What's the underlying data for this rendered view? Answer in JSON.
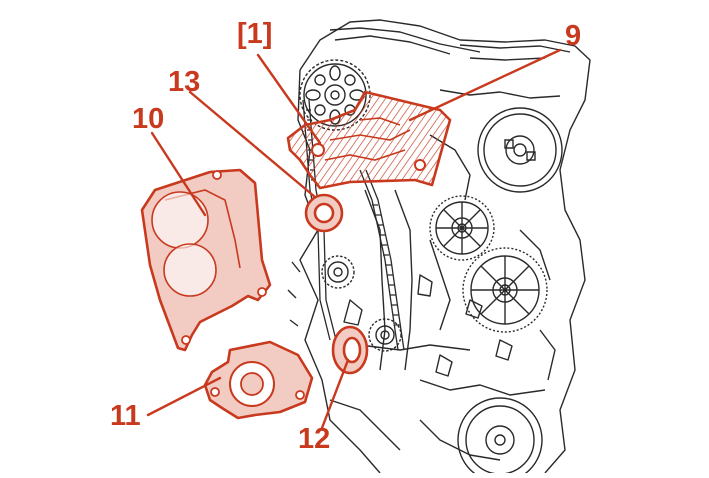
{
  "colors": {
    "accent": "#c8391e",
    "accent_fill": "#f2cbc3",
    "line": "#2a2a2a",
    "background": "#ffffff"
  },
  "callouts": {
    "c1": "[1]",
    "c9": "9",
    "c10": "10",
    "c11": "11",
    "c12": "12",
    "c13": "13"
  }
}
